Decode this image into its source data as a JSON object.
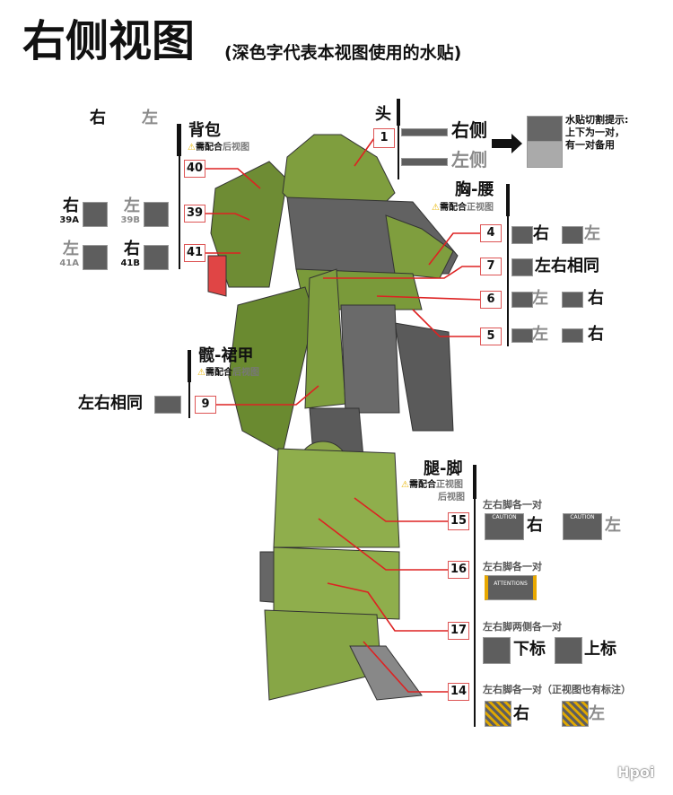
{
  "title": "右侧视图",
  "subtitle": "(深色字代表本视图使用的水贴)",
  "warning_prefix": "需配合",
  "backpack": {
    "heading": "背包",
    "view": "后视图",
    "right": "右",
    "left": "左",
    "labels": [
      "40",
      "39",
      "41"
    ],
    "items": [
      {
        "side": "右",
        "code": "39A"
      },
      {
        "side": "左",
        "code": "39B"
      },
      {
        "side": "左",
        "code": "41A"
      },
      {
        "side": "右",
        "code": "41B"
      }
    ]
  },
  "head": {
    "heading": "头",
    "label": "1",
    "right": "右侧",
    "left": "左侧",
    "tip": [
      "水贴切割提示:",
      "上下为一对，",
      "有一对备用"
    ]
  },
  "chest": {
    "heading": "胸-腰",
    "view": "正视图",
    "labels": [
      "4",
      "7",
      "6",
      "5"
    ],
    "right": "右",
    "left": "左",
    "same": "左右相同"
  },
  "hip": {
    "heading": "髋-裙甲",
    "view": "后视图",
    "label": "9",
    "same": "左右相同"
  },
  "leg": {
    "heading": "腿-脚",
    "view1": "正视图",
    "view2": "后视图",
    "labels": [
      "15",
      "16",
      "17",
      "14"
    ],
    "notes": [
      "左右脚各一对",
      "左右脚各一对",
      "左右脚两侧各一对",
      "左右脚各一对（正视图也有标注）"
    ],
    "right": "右",
    "left": "左",
    "lower": "下标",
    "upper": "上标",
    "sticker_caution": "CAUTION",
    "sticker_attentions": "ATTENTIONS"
  },
  "watermark": "Hpoi",
  "colors": {
    "robot_green": "#7a9a3a",
    "leader_red": "#d22",
    "warning": "#e8b400"
  }
}
